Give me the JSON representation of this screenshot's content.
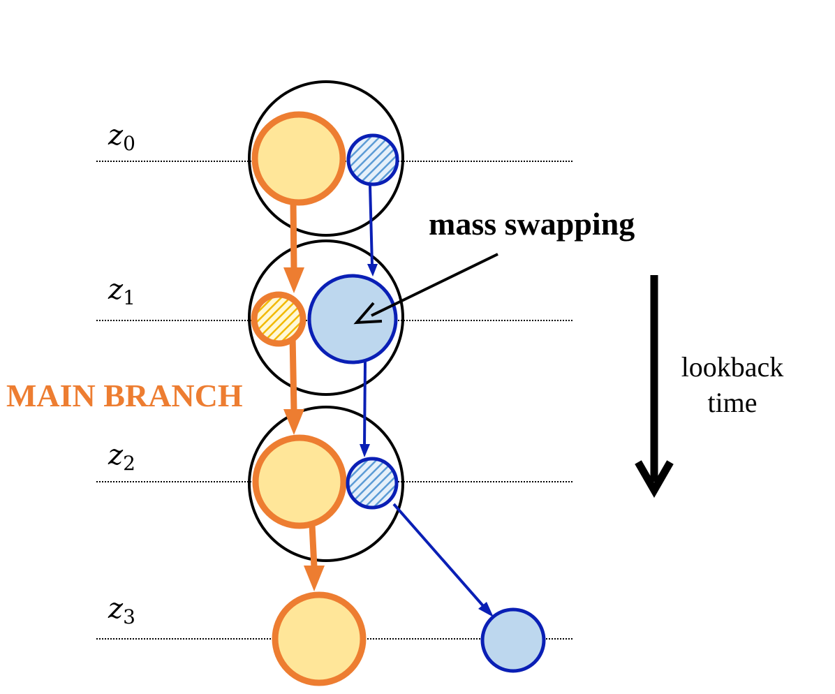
{
  "colors": {
    "main_stroke": "#ED7D31",
    "main_fill": "#FFE699",
    "main_hatch": "#F2B900",
    "secondary_stroke": "#0A1FB5",
    "secondary_fill": "#BDD7EE",
    "secondary_hatch": "#5B9BD5",
    "halo": "#000000",
    "text_main_branch": "#ED7D31"
  },
  "redshift_labels": [
    {
      "base": "z",
      "sub": "0"
    },
    {
      "base": "z",
      "sub": "1"
    },
    {
      "base": "z",
      "sub": "2"
    },
    {
      "base": "z",
      "sub": "3"
    }
  ],
  "main_branch_label": "MAIN BRANCH",
  "annotation": "mass swapping",
  "lookback_label": [
    "lookback",
    "time"
  ]
}
